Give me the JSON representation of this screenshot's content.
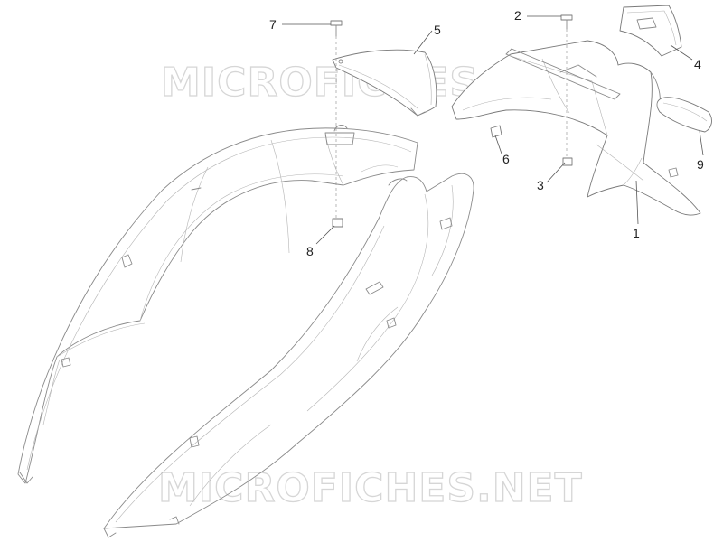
{
  "watermark": {
    "text": "MICROFICHES.NET",
    "color": "#d6d6d6"
  },
  "callouts": [
    {
      "label": "1",
      "part": "rear-mudguard"
    },
    {
      "label": "2",
      "part": "screw"
    },
    {
      "label": "3",
      "part": "clip-nut"
    },
    {
      "label": "4",
      "part": "rear-light-cover"
    },
    {
      "label": "5",
      "part": "rear-cover"
    },
    {
      "label": "6",
      "part": "clip"
    },
    {
      "label": "7",
      "part": "screw"
    },
    {
      "label": "8",
      "part": "clip-nut"
    },
    {
      "label": "9",
      "part": "reflector"
    }
  ],
  "colors": {
    "outline": "#8a8a8a",
    "text": "#222222"
  }
}
